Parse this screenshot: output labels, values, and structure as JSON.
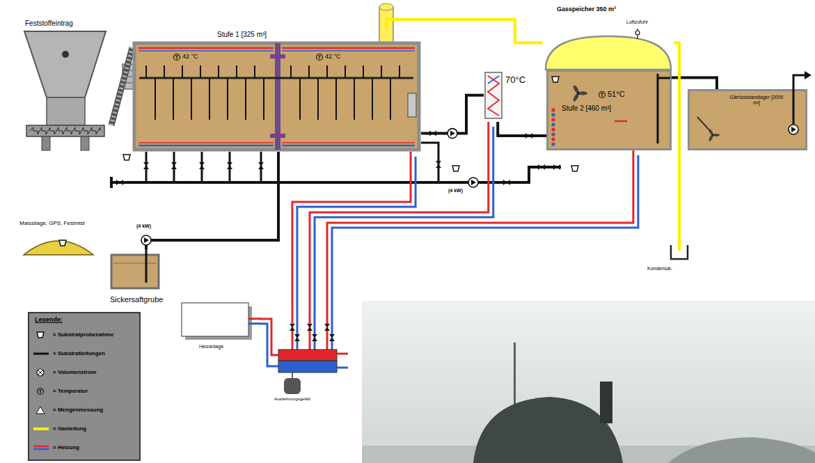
{
  "diagram": {
    "nodes": [
      {
        "text": [
          "Feststoffeintrag"
        ]
      },
      {
        "text": [
          "Stufe 1 [325 m³]",
          "42 °C",
          "42 °C"
        ]
      },
      {
        "text": [
          "70°C"
        ]
      },
      {
        "text": [
          "Gasspeicher 350 m³",
          "Luftzufuhr"
        ]
      },
      {
        "text": [
          "51°C",
          "Stufe 2 [460 m³]"
        ]
      },
      {
        "text": [
          "Gärrückstandlager [2000 m³]"
        ]
      },
      {
        "text": [
          "Maissilage, GPS, Festmist"
        ]
      },
      {
        "text": [
          "Sickersaftgrube"
        ]
      },
      {
        "text": [
          "Heizanlage"
        ]
      },
      {
        "text": [
          "Ausdehnungsgefäß"
        ]
      },
      {
        "text": [
          "Kondensat-"
        ]
      }
    ],
    "edges": [
      {
        "from": 0,
        "to": 1,
        "arrow": "none"
      },
      {
        "from": 1,
        "to": 2,
        "arrow": "none"
      },
      {
        "from": 2,
        "to": 4,
        "arrow": "none"
      },
      {
        "from": 4,
        "to": 5,
        "arrow": "none"
      },
      {
        "from": 7,
        "to": 1,
        "arrow": "none"
      },
      {
        "from": 1,
        "to": 3,
        "arrow": "none"
      },
      {
        "from": 3,
        "to": 10,
        "arrow": "none"
      },
      {
        "from": 8,
        "to": 9,
        "arrow": "none"
      },
      {
        "from": 9,
        "to": 1,
        "arrow": "none"
      },
      {
        "from": 9,
        "to": 2,
        "arrow": "none"
      },
      {
        "from": 9,
        "to": 4,
        "arrow": "none"
      }
    ],
    "labels": [
      "(4 kW)",
      "(4 kW)",
      "Legende:"
    ],
    "legend": [
      {
        "text": "= Substratprobenahme"
      },
      {
        "text": "= Substratleitungen"
      },
      {
        "text": "= Volumenstrom"
      },
      {
        "text": "= Temperatur"
      },
      {
        "text": "= Mengenmessung"
      },
      {
        "text": "= Gasleitung"
      },
      {
        "text": "= Heizung"
      }
    ]
  }
}
